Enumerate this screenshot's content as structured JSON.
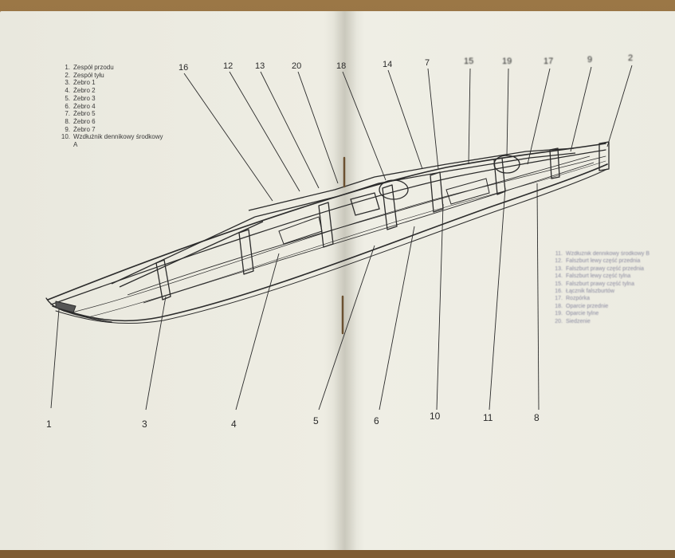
{
  "legend_left": [
    {
      "num": "1.",
      "text": "Zespół przodu"
    },
    {
      "num": "2.",
      "text": "Zespół tyłu"
    },
    {
      "num": "3.",
      "text": "Żebro 1"
    },
    {
      "num": "4.",
      "text": "Żebro 2"
    },
    {
      "num": "5.",
      "text": "Żebro 3"
    },
    {
      "num": "6.",
      "text": "Żebro 4"
    },
    {
      "num": "7.",
      "text": "Żebro 5"
    },
    {
      "num": "8.",
      "text": "Żebro 6"
    },
    {
      "num": "9.",
      "text": "Żebro 7"
    },
    {
      "num": "10.",
      "text": "Wzdłużnik dennikowy środkowy A"
    }
  ],
  "legend_right": [
    {
      "num": "11.",
      "text": "Wzdłużnik dennikowy środkowy B"
    },
    {
      "num": "12.",
      "text": "Falszburt lewy część przednia"
    },
    {
      "num": "13.",
      "text": "Falszburt prawy część przednia"
    },
    {
      "num": "14.",
      "text": "Falszburt lewy część tylna"
    },
    {
      "num": "15.",
      "text": "Falszburt prawy część tylna"
    },
    {
      "num": "16.",
      "text": "Łącznik falszburtów"
    },
    {
      "num": "17.",
      "text": "Rozpórka"
    },
    {
      "num": "18.",
      "text": "Oparcie przednie"
    },
    {
      "num": "19.",
      "text": "Oparcie tylne"
    },
    {
      "num": "20.",
      "text": "Siedzenie"
    }
  ],
  "callouts_top": [
    "16",
    "12",
    "13",
    "20",
    "18",
    "14",
    "7",
    "15",
    "19",
    "17",
    "9",
    "2"
  ],
  "callouts_bottom": [
    "1",
    "3",
    "4",
    "5",
    "6",
    "10",
    "11",
    "8"
  ]
}
